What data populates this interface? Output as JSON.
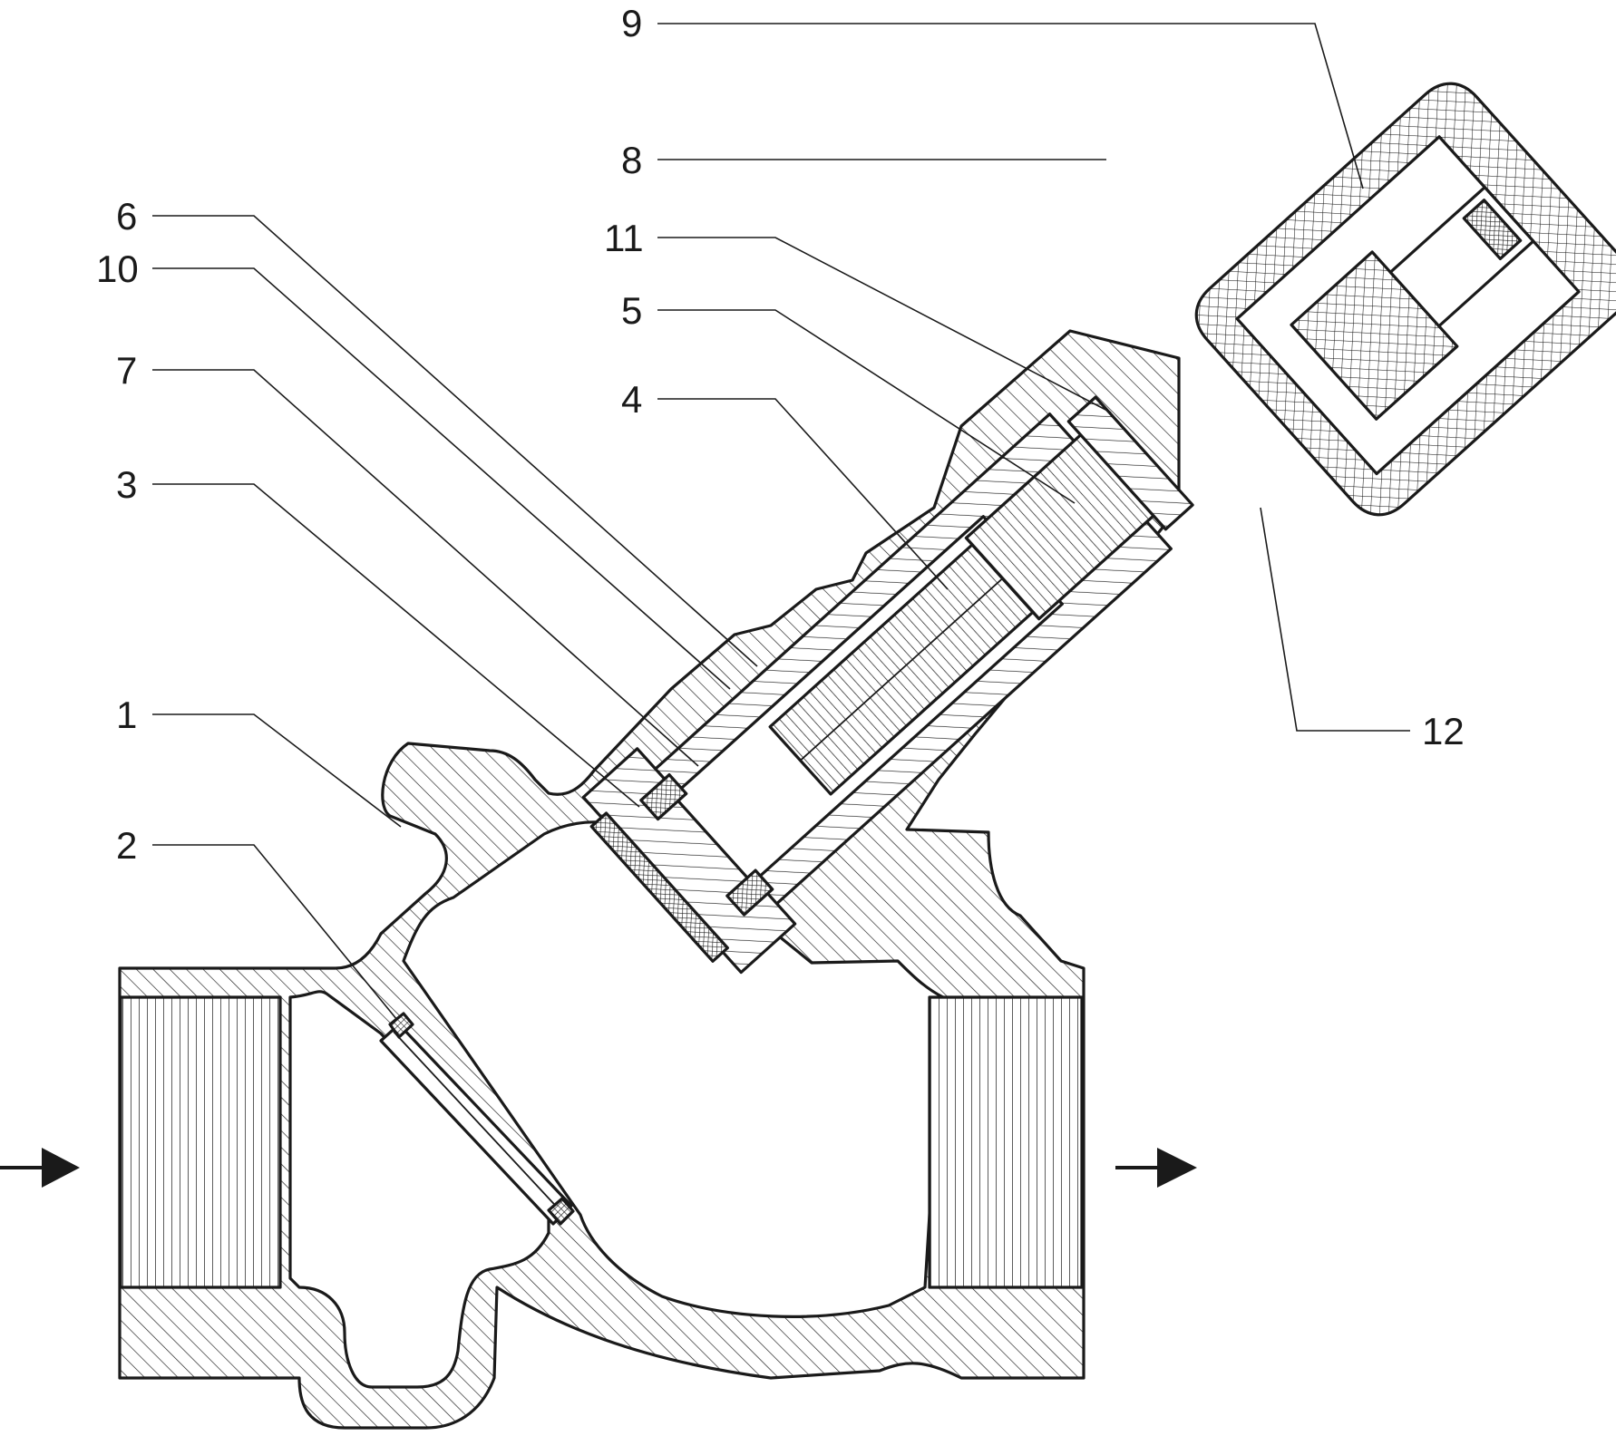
{
  "callouts": [
    {
      "id": "c9",
      "label": "9"
    },
    {
      "id": "c8",
      "label": "8"
    },
    {
      "id": "c6",
      "label": "6"
    },
    {
      "id": "c11",
      "label": "11"
    },
    {
      "id": "c10",
      "label": "10"
    },
    {
      "id": "c5",
      "label": "5"
    },
    {
      "id": "c7",
      "label": "7"
    },
    {
      "id": "c4",
      "label": "4"
    },
    {
      "id": "c3",
      "label": "3"
    },
    {
      "id": "c12",
      "label": "12"
    },
    {
      "id": "c1",
      "label": "1"
    },
    {
      "id": "c2",
      "label": "2"
    }
  ],
  "flow_arrows": [
    {
      "id": "inlet",
      "direction": "right",
      "icon": "arrow-right-icon"
    },
    {
      "id": "outlet",
      "direction": "right",
      "icon": "arrow-right-icon"
    }
  ],
  "colors": {
    "ink": "#1a1a1a",
    "paper": "#ffffff"
  }
}
